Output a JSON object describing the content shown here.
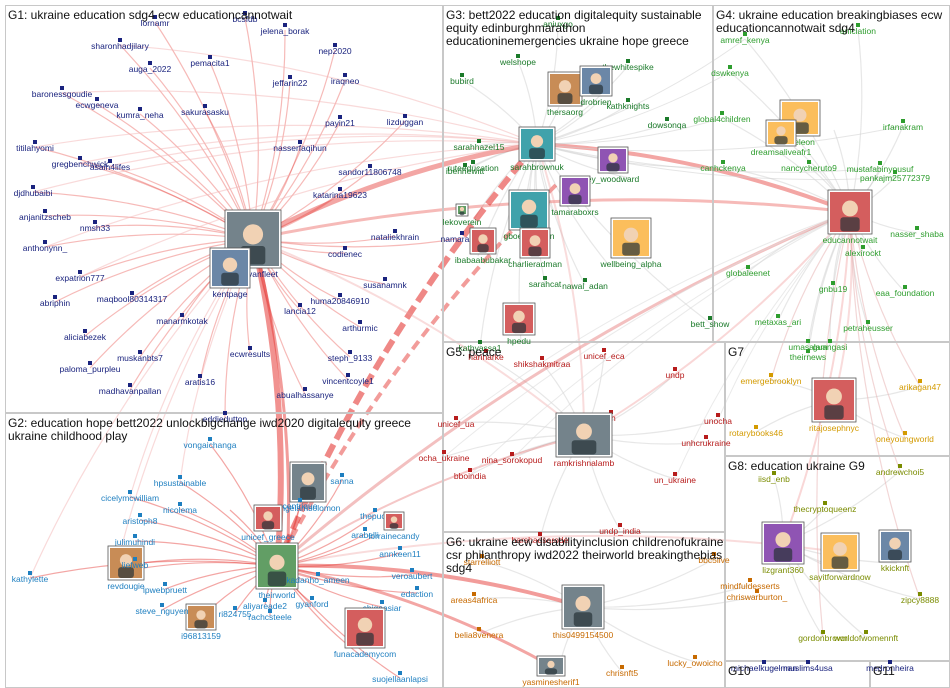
{
  "groups": [
    {
      "id": "G1",
      "title": "G1: ukraine education sdg4 ecw educationcannotwait",
      "title_lines": [
        "G1: ukraine education sdg4 ecw educationcannotwait"
      ],
      "color": "#1a237e"
    },
    {
      "id": "G2",
      "title": "G2: education hope bett2022 unlockbigchange iwd2020 digitalequity greece ukraine childhood play",
      "title_lines": [
        "G2: education hope bett2022 unlockbigchange iwd2020 digitalequity greece",
        "ukraine childhood play"
      ],
      "color": "#1e7fc0"
    },
    {
      "id": "G3",
      "title": "G3: bett2022 education digitalequity sustainable equity edinburghmarathon educationinemergencies ukraine hope greece",
      "title_lines": [
        "G3: bett2022 education digitalequity sustainable",
        "equity edinburghmarathon",
        "educationinemergencies ukraine hope greece"
      ],
      "color": "#1b7a2a"
    },
    {
      "id": "G4",
      "title": "G4: ukraine education breakingbiases ecw educationcannotwait sdg4",
      "title_lines": [
        "G4: ukraine education breakingbiases ecw",
        "educationcannotwait sdg4"
      ],
      "color": "#2e9d2e"
    },
    {
      "id": "G5",
      "title": "G5: peace",
      "title_lines": [
        "G5: peace"
      ],
      "color": "#b71c1c"
    },
    {
      "id": "G6",
      "title": "G6: ukraine ecw disabilityinclusion childrenofukraine csr philanthropy iwd2022 theirworld breakingthebias sdg4",
      "title_lines": [
        "G6: ukraine ecw disabilityinclusion childrenofukraine",
        "csr philanthropy iwd2022 theirworld breakingthebias",
        "sdg4"
      ],
      "color": "#c76a00"
    },
    {
      "id": "G7",
      "title": "G7",
      "title_lines": [
        "G7"
      ],
      "color": "#d39a00"
    },
    {
      "id": "G8",
      "title": "G8: education ukraine G9",
      "title_lines": [
        "G8: education ukraine G9"
      ],
      "color": "#7a8c00"
    },
    {
      "id": "G10",
      "title": "G10",
      "title_lines": [
        "G10"
      ],
      "color": "#1a237e"
    },
    {
      "id": "G11",
      "title": "G11",
      "title_lines": [
        "G11"
      ],
      "color": "#1a237e"
    }
  ],
  "nodes": {
    "G1": [
      "lornamr",
      "bcsfdb",
      "jelena_borak",
      "sharonhadjilary",
      "auga_2022",
      "pemacita1",
      "nep2020",
      "jeffarin22",
      "baronessgoudie",
      "kumra_neha",
      "iraqneo",
      "ecwgeneva",
      "sakurasasku",
      "payin21",
      "lizduggan",
      "titilahyomi",
      "nasserfaqihun",
      "gregbenchwick",
      "asain4lifes",
      "sandor11806748",
      "djdhubaibi",
      "katarina19623",
      "anjanitzscheb",
      "justinvanfleet",
      "nmsh33",
      "nataliekhrain",
      "namara284",
      "anthonynn_",
      "codienec",
      "kentpage",
      "expatrion777",
      "susanamnk",
      "abriphin",
      "maqbool80314317",
      "huma20846910",
      "lancia12",
      "manarmkotak",
      "arthurmic",
      "aliciabezek",
      "muskanbts7",
      "ecwresults",
      "steph_9133",
      "paloma_purpleu",
      "vincentcoyle1",
      "aratis16",
      "madhavanpallan",
      "abualhassanye",
      "eddiedutton"
    ],
    "G2": [
      "vongaichanga",
      "angelamsolomon",
      "hpsustainable",
      "sanna",
      "cicelymcwilliam",
      "nicolema",
      "unicef_greece",
      "centrique",
      "thepuck",
      "aristoph8",
      "arabelli",
      "lorrainecandy",
      "julimuhindi",
      "theirworld",
      "annkeen11",
      "kathylette",
      "revdougie",
      "liefweb",
      "kadanho_ameen",
      "veroaubert",
      "ipwebpruett",
      "i96813159",
      "aliyareade2",
      "gyanford",
      "edaction",
      "steve_nguyen",
      "ri824755",
      "rachcsteele",
      "chigoasiar",
      "funacademycom",
      "suojellaanlapsi"
    ],
    "G3": [
      "aniuxgo",
      "welshope",
      "thewhitespike",
      "bubird",
      "thersaorg",
      "drobrien",
      "kathknights",
      "dowsonqa",
      "sarahhazel15",
      "sarahbrownuk",
      "ruteeducation",
      "ibenhewitt",
      "lekoverein",
      "ey_woodward",
      "tamaraboxrs",
      "gboeducation",
      "ibabaabubakar",
      "charlieradman",
      "wellbeing_alpha",
      "sarahcat",
      "nawal_adan",
      "hpedu",
      "kathyassa1",
      "bett_show"
    ],
    "G4": [
      "aniclation",
      "amref_kenya",
      "dswkenya",
      "global4children",
      "cheleon",
      "dreamsaliveafr1",
      "irfanakram",
      "canhckenya",
      "nancycheruto9",
      "mustafabinyousuf",
      "pankajm25772379",
      "educannotwait",
      "nasser_shaba",
      "alexirockt",
      "globaleenet",
      "gnbu19",
      "eaa_foundation",
      "metaxas_ari",
      "petraheusser",
      "umasalam",
      "guangasi",
      "theirnews"
    ],
    "G5": [
      "shikshakmitraa",
      "unicef_eca",
      "harinarke",
      "undp",
      "unicef_ua",
      "un",
      "unocha",
      "ocha_ukraine",
      "ramkrishnalamb",
      "unhcrukraine",
      "nina_sorokopud",
      "bboindia",
      "un_ukraine",
      "undp_india",
      "harshadsarode"
    ],
    "G6": [
      "starrelliott",
      "bbc5live",
      "areas4africa",
      "mindfuldesserts",
      "chriswarburton_",
      "this0499154500",
      "belia8venera",
      "lucky_owoicho",
      "chrisnft5",
      "yasminesherif1"
    ],
    "G7": [
      "emergebrooklyn",
      "arikagan47",
      "rotarybooks46",
      "ritajosephnyc",
      "oneyoungworld"
    ],
    "G8": [
      "iisd_enb",
      "andrewchoi5",
      "thecryptoqueenz",
      "lizgrant360",
      "sayitforwardnow",
      "kkicknft",
      "zipcy8888",
      "gordonbrown",
      "worldofwomennft"
    ],
    "G10": [
      "michaelkugelman",
      "muslims4usa"
    ],
    "G11": [
      "medronheira"
    ]
  }
}
